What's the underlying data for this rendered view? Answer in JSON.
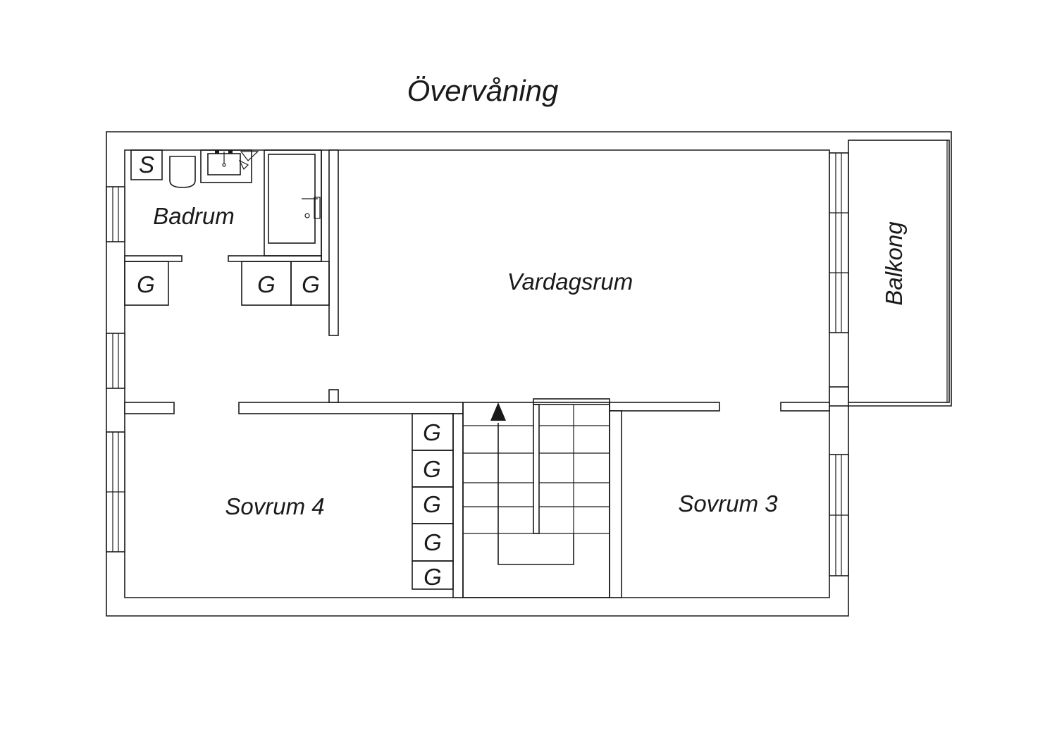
{
  "title": "Övervåning",
  "rooms": {
    "badrum": "Badrum",
    "vardagsrum": "Vardagsrum",
    "balkong": "Balkong",
    "sovrum4": "Sovrum 4",
    "sovrum3": "Sovrum 3"
  },
  "fixtures": {
    "s": "S",
    "g": "G"
  }
}
